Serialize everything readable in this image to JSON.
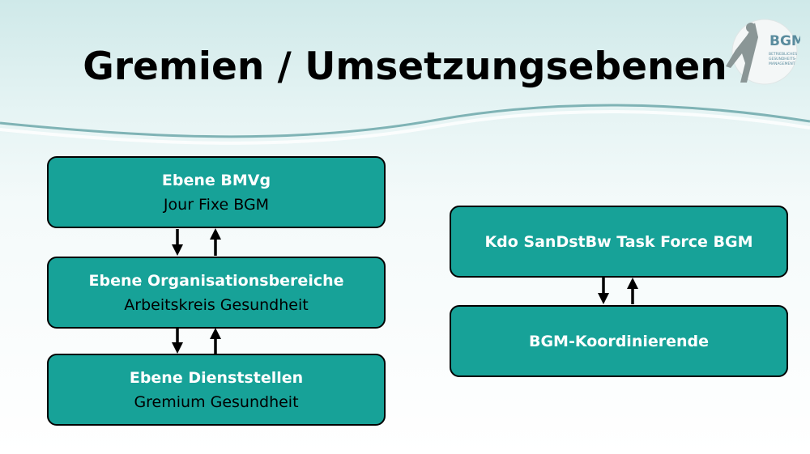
{
  "slide": {
    "title": "Gremien / Umsetzungsebenen"
  },
  "logo": {
    "text": "BGM",
    "subtitle_line1": "BETRIEBLICHES",
    "subtitle_line2": "GESUNDHEITS-",
    "subtitle_line3": "MANAGEMENT",
    "colors": {
      "circle": "#f4f7f7",
      "figure": "#8a9696",
      "text": "#5a8c9e"
    }
  },
  "left_column": {
    "boxes": [
      {
        "heading": "Ebene BMVg",
        "sub": "Jour Fixe BGM"
      },
      {
        "heading": "Ebene Organisationsbereiche",
        "sub": "Arbeitskreis Gesundheit"
      },
      {
        "heading": "Ebene Dienststellen",
        "sub": "Gremium Gesundheit"
      }
    ]
  },
  "right_column": {
    "boxes": [
      {
        "heading": "Kdo SanDstBw Task Force BGM"
      },
      {
        "heading": "BGM-Koordinierende"
      }
    ]
  },
  "colors": {
    "box_fill": "#17a298",
    "box_border": "#000000",
    "wave_line": "#7fb3b5",
    "background_top": "#cfe9e9"
  }
}
